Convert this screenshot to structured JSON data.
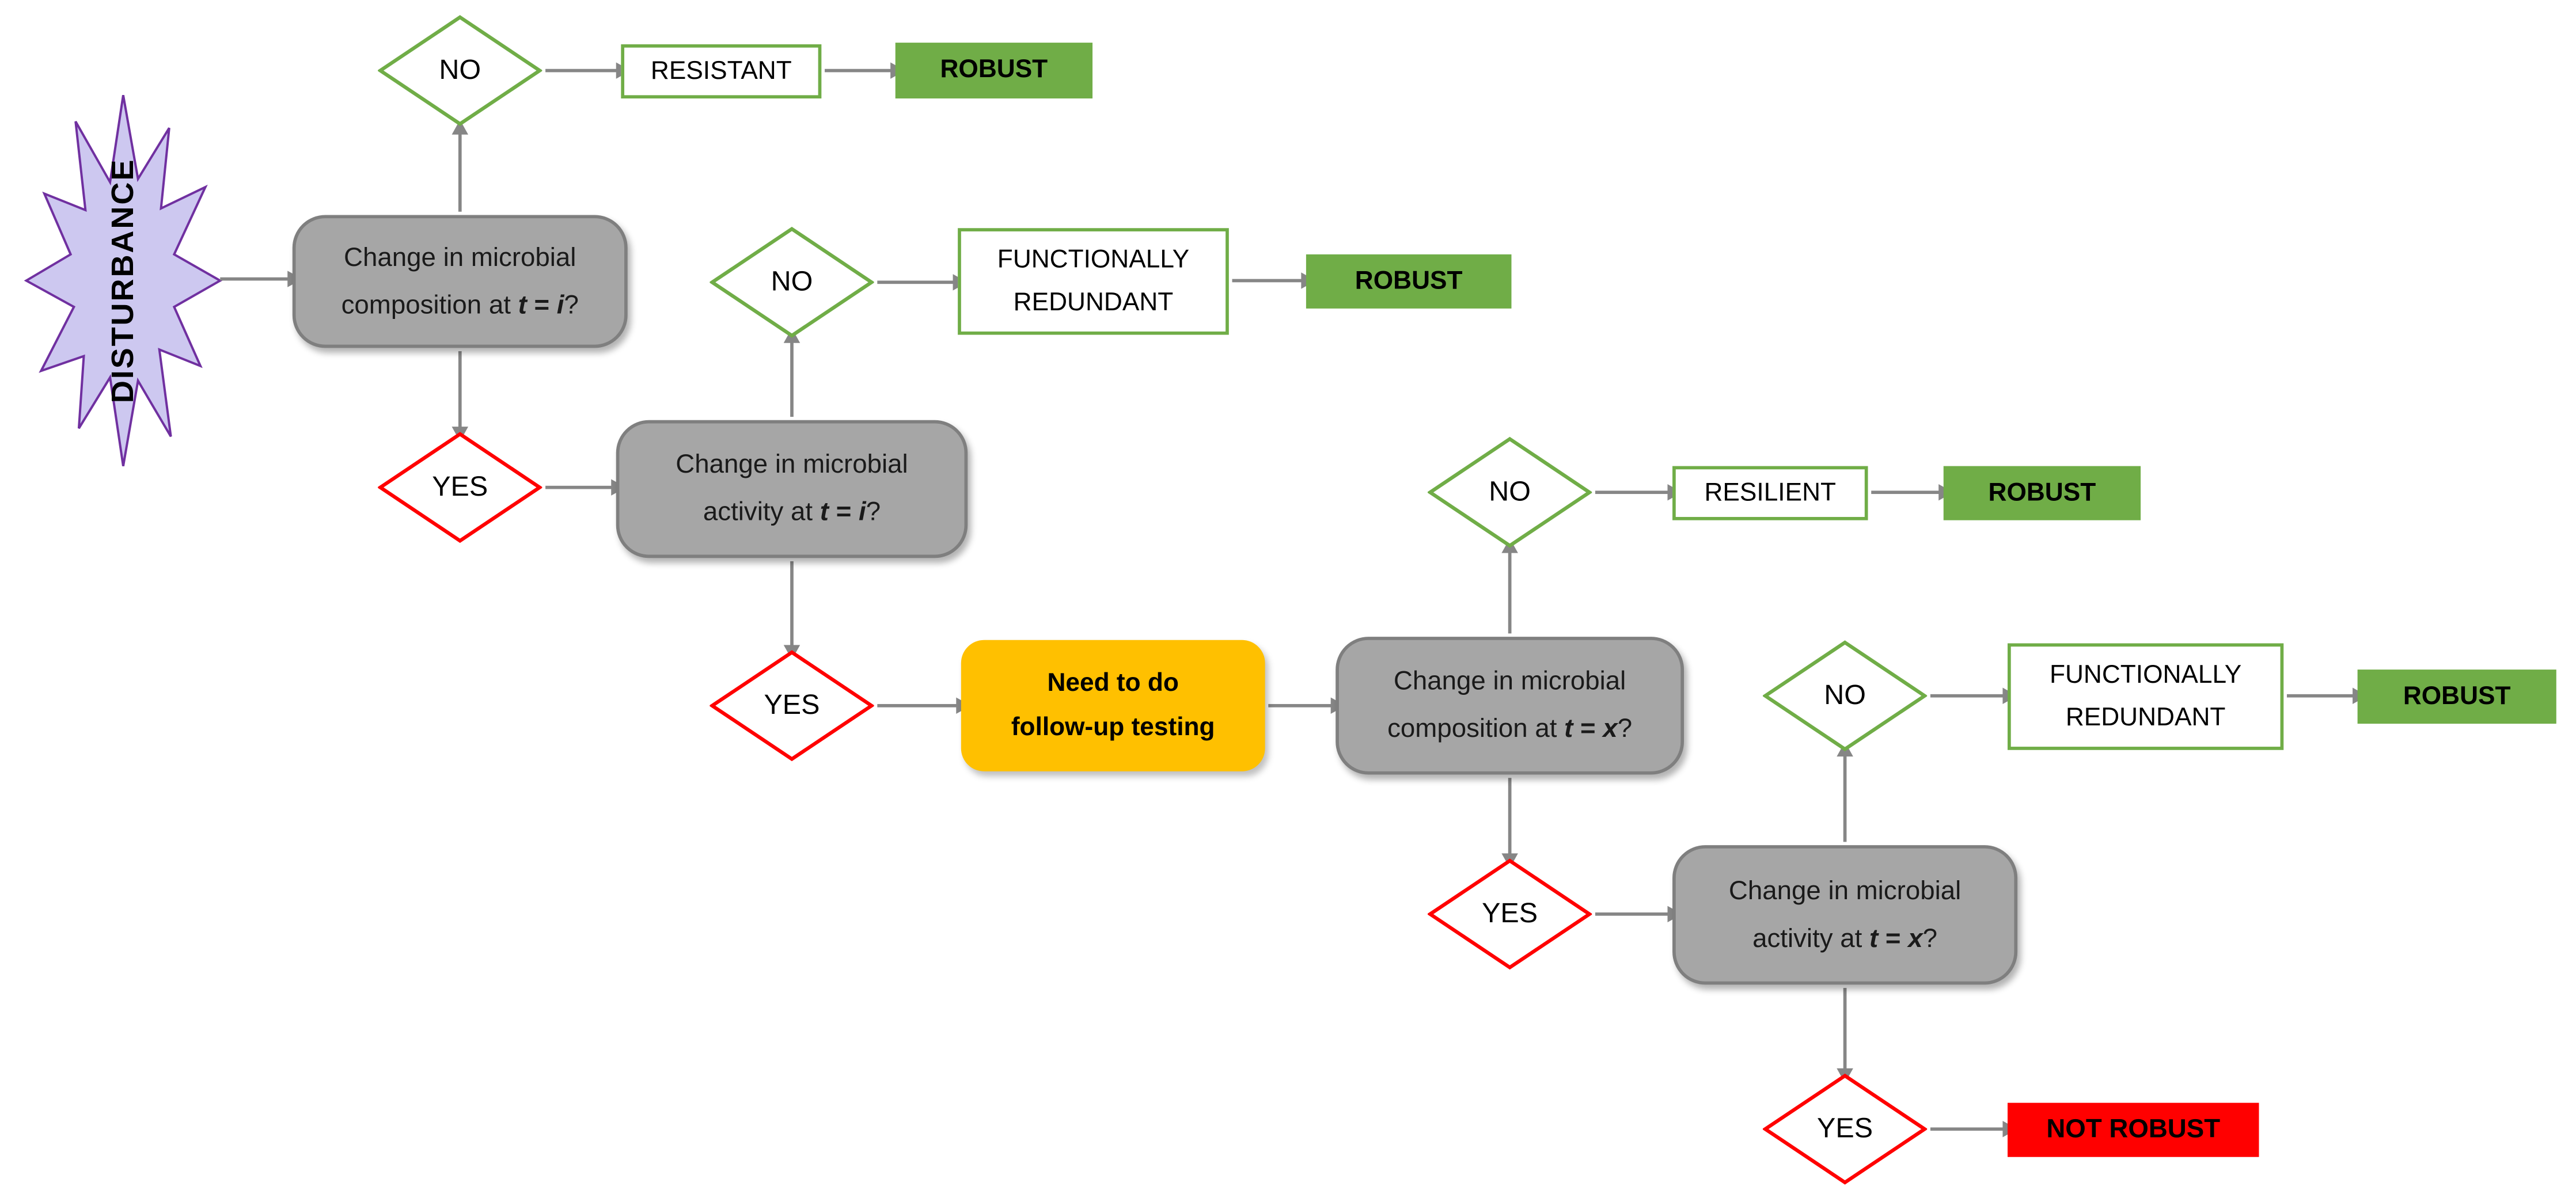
{
  "palette": {
    "green": "#70AD47",
    "red": "#FF0000",
    "orange": "#FFC000",
    "gray_node_fill": "#A6A6A6",
    "gray_node_border": "#7F7F7F",
    "starburst_fill": "#CDC8F0",
    "starburst_border": "#7030A0",
    "arrow_gray": "#868686"
  },
  "disturbance": {
    "label": "DISTURBANCE"
  },
  "decisions": {
    "no": "NO",
    "yes": "YES"
  },
  "questions": {
    "comp_i": {
      "line1": "Change in microbial",
      "line2_pre": "composition at ",
      "var1": "t",
      "eq": " = ",
      "var2": "i",
      "suffix": "?"
    },
    "act_i": {
      "line1": "Change in microbial",
      "line2_pre": "activity at ",
      "var1": "t",
      "eq": " = ",
      "var2": "i",
      "suffix": "?"
    },
    "comp_x": {
      "line1": "Change in microbial",
      "line2_pre": "composition at ",
      "var1": "t",
      "eq": " = ",
      "var2": "x",
      "suffix": "?"
    },
    "act_x": {
      "line1": "Change in microbial",
      "line2_pre": "activity at ",
      "var1": "t",
      "eq": " = ",
      "var2": "x",
      "suffix": "?"
    }
  },
  "action": {
    "line1": "Need to do",
    "line2": "follow-up testing"
  },
  "outcomes": {
    "resistant": "RESISTANT",
    "resilient": "RESILIENT",
    "functionally_redundant": {
      "line1": "FUNCTIONALLY",
      "line2": "REDUNDANT"
    },
    "robust": "ROBUST",
    "not_robust": "NOT ROBUST"
  }
}
